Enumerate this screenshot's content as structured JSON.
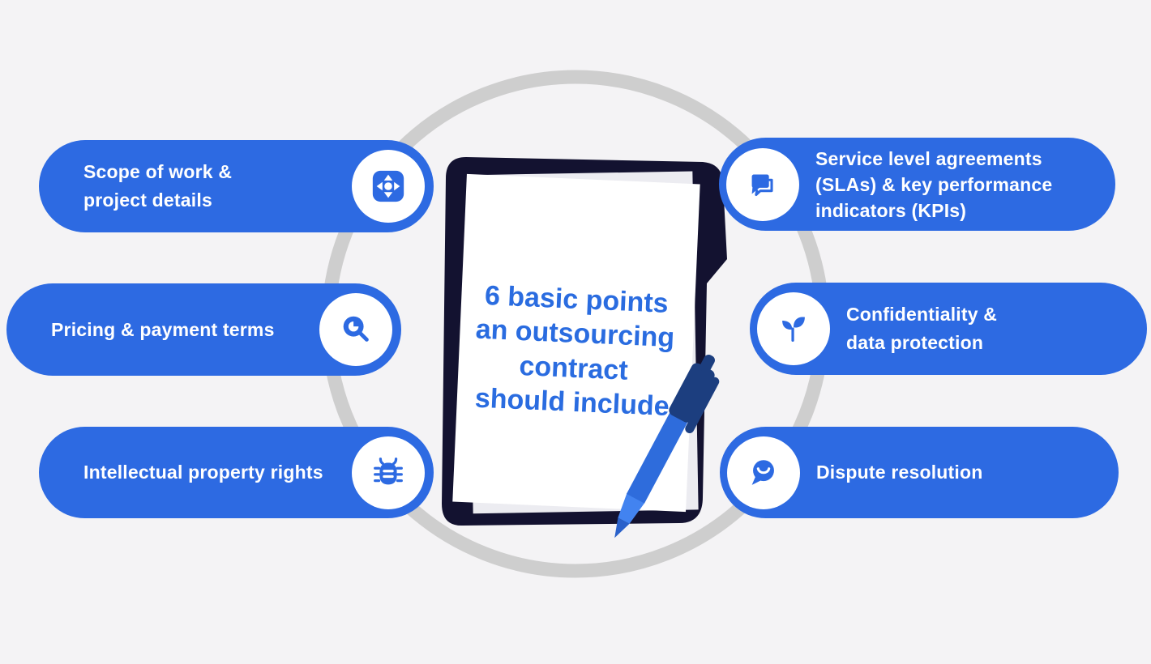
{
  "title": {
    "lines": [
      "6 basic points",
      "an outsourcing",
      "contract",
      "should include"
    ]
  },
  "pills": [
    {
      "id": "scope-of-work",
      "side": "left",
      "icon": "move-icon",
      "lines": [
        "Scope of work &",
        "project details"
      ]
    },
    {
      "id": "pricing",
      "side": "left",
      "icon": "search-icon",
      "lines": [
        "Pricing & payment terms"
      ]
    },
    {
      "id": "ip-rights",
      "side": "left",
      "icon": "bug-icon",
      "lines": [
        "Intellectual property rights"
      ]
    },
    {
      "id": "sla-kpi",
      "side": "right",
      "icon": "chat-bubbles-icon",
      "lines": [
        "Service level agreements",
        "(SLAs) & key performance",
        "indicators (KPIs)"
      ]
    },
    {
      "id": "confidentiality",
      "side": "right",
      "icon": "seedling-icon",
      "lines": [
        "Confidentiality &",
        "data protection"
      ]
    },
    {
      "id": "dispute",
      "side": "right",
      "icon": "smile-bubble-icon",
      "lines": [
        "Dispute resolution"
      ]
    }
  ],
  "colors": {
    "background": "#f4f3f5",
    "pill_blue": "#2d6ae2",
    "ring_gray": "#cecece",
    "clipboard_navy": "#131230",
    "title_blue": "#2a6ce0",
    "pen_body_blue": "#2e6cdc",
    "pen_cap_navy": "#1c3e7f"
  }
}
